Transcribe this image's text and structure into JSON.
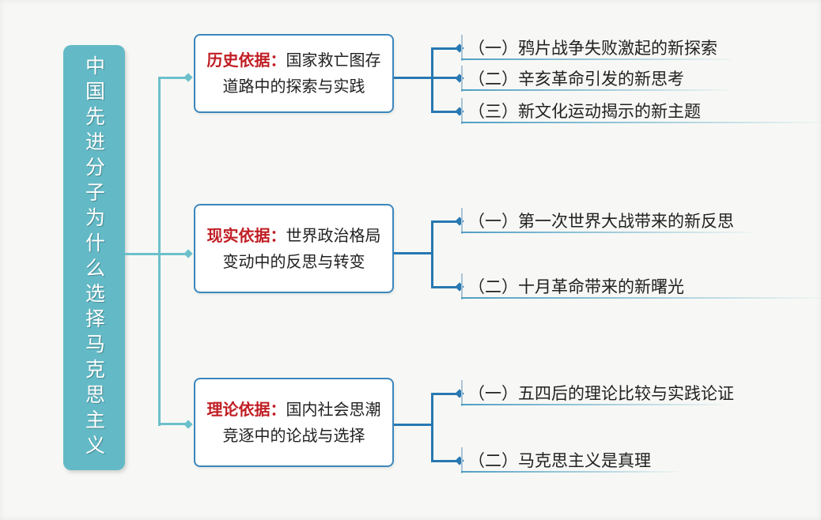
{
  "colors": {
    "root_fill": "#63bac6",
    "root_connector": "#6cc0cb",
    "branch_border": "#3c86bc",
    "branch_connector": "#2878b2",
    "keyword_red": "#c01e24",
    "text_dark": "#212121",
    "background": "#f7f8f5"
  },
  "root": {
    "title": "中国先进分子为什么选择马克思主义"
  },
  "branches": [
    {
      "keyword": "历史依据：",
      "summary": "国家救亡图存道路中的探索与实践",
      "leaves": [
        {
          "text": "（一）鸦片战争失败激起的新探索"
        },
        {
          "text": "（二）辛亥革命引发的新思考"
        },
        {
          "text": "（三）新文化运动揭示的新主题"
        }
      ]
    },
    {
      "keyword": "现实依据：",
      "summary": "世界政治格局变动中的反思与转变",
      "leaves": [
        {
          "text": "（一）第一次世界大战带来的新反思"
        },
        {
          "text": "（二）十月革命带来的新曙光"
        }
      ]
    },
    {
      "keyword": "理论依据：",
      "summary": "国内社会思潮竞逐中的论战与选择",
      "leaves": [
        {
          "text": "（一）五四后的理论比较与实践论证"
        },
        {
          "text": "（二）马克思主义是真理"
        }
      ]
    }
  ]
}
